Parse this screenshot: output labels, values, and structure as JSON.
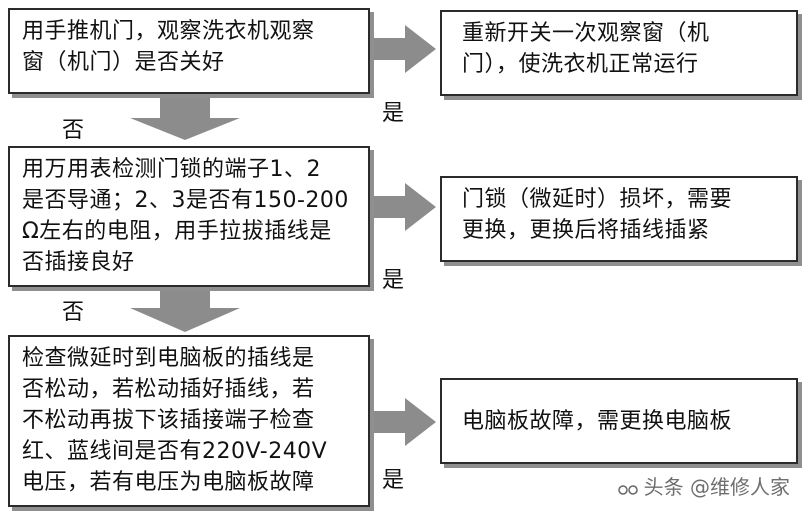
{
  "flow": {
    "left": [
      {
        "text": "用手推机门，观察洗衣机观察\n窗（机门）是否关好"
      },
      {
        "text": "用万用表检测门锁的端子1、2\n是否导通；2、3是否有150-200\nΩ左右的电阻，用手拉拔插线是\n否插接良好"
      },
      {
        "text": "检查微延时到电脑板的插线是\n否松动，若松动插好插线，若\n不松动再拔下该插接端子检查\n红、蓝线间是否有220V-240V\n电压，若有电压为电脑板故障"
      }
    ],
    "right": [
      {
        "text": "重新开关一次观察窗（机\n门），使洗衣机正常运行"
      },
      {
        "text": "门锁（微延时）损坏，需要\n更换，更换后将插线插紧"
      },
      {
        "text": "电脑板故障，需更换电脑板"
      }
    ],
    "yes_label": "是",
    "no_label": "否"
  },
  "watermark": {
    "text": "头条 @维修人家"
  },
  "colors": {
    "arrow": "#8c8c8c",
    "border": "#2b2b2b",
    "shadow": "#8f8f8f"
  }
}
